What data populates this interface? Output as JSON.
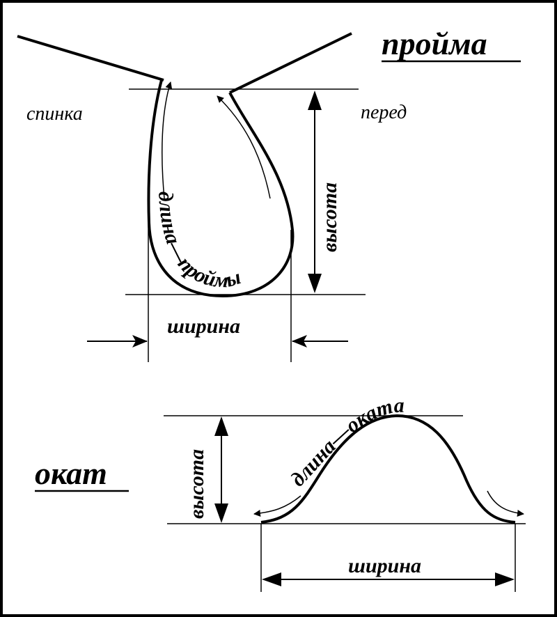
{
  "armhole": {
    "title": "пройма",
    "back_label": "спинка",
    "front_label": "перед",
    "height_label": "высота",
    "length_label": "длина—проймы",
    "width_label": "ширина"
  },
  "sleeve_cap": {
    "title": "окат",
    "height_label": "высота",
    "length_label": "длина—оката",
    "width_label": "ширина"
  }
}
